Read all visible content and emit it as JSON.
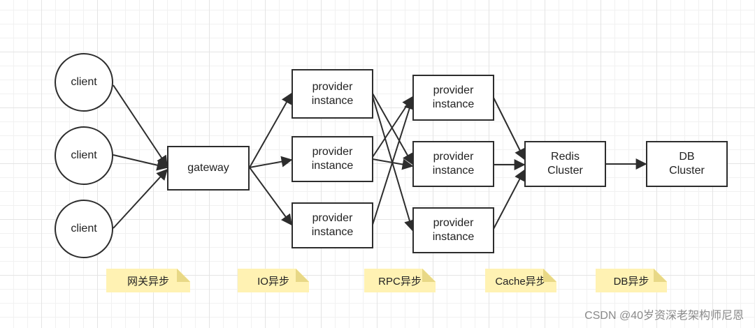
{
  "nodes": {
    "client_1": "client",
    "client_2": "client",
    "client_3": "client",
    "gateway": "gateway",
    "provider_1": "provider\ninstance",
    "provider_2": "provider\ninstance",
    "provider_3": "provider\ninstance",
    "provider_4": "provider\ninstance",
    "provider_5": "provider\ninstance",
    "provider_6": "provider\ninstance",
    "redis": "Redis\nCluster",
    "db": "DB\nCluster"
  },
  "notes": {
    "gateway_async": "网关异步",
    "io_async": "IO异步",
    "rpc_async": "RPC异步",
    "cache_async": "Cache异步",
    "db_async": "DB异步"
  },
  "watermark": "CSDN @40岁资深老架构师尼恩",
  "colors": {
    "stroke": "#2d2d2d",
    "note_fill": "#fff2b3"
  }
}
